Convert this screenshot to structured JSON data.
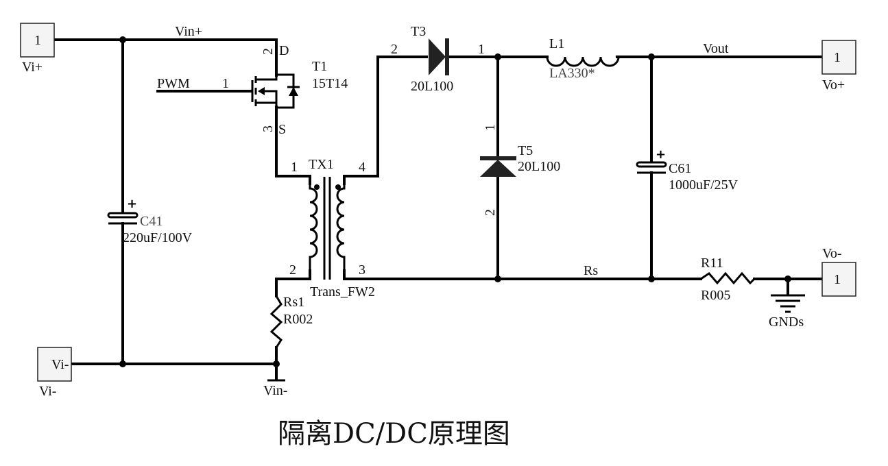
{
  "title": "隔离DC/DC原理图",
  "ports": {
    "vi_plus": {
      "pin": "1",
      "label": "Vi+"
    },
    "vi_minus": {
      "pin": "1",
      "label": "Vi-"
    },
    "vo_plus": {
      "pin": "1",
      "label": "Vo+"
    },
    "vo_minus": {
      "pin": "1",
      "label": "Vo-"
    }
  },
  "nets": {
    "vin_plus": "Vin+",
    "pwm": "PWM",
    "vout": "Vout",
    "rs": "Rs",
    "vin_minus": "Vin-",
    "gnds": "GNDs"
  },
  "components": {
    "t1": {
      "ref": "T1",
      "value": "15T14",
      "pin_gate": "1",
      "pin_drain": "2",
      "pin_source": "3",
      "drain_label": "D",
      "source_label": "S"
    },
    "tx1": {
      "ref": "TX1",
      "value": "Trans_FW2",
      "pin1": "1",
      "pin2": "2",
      "pin3": "3",
      "pin4": "4"
    },
    "t3": {
      "ref": "T3",
      "value": "20L100",
      "pin_anode": "2",
      "pin_cathode": "1"
    },
    "t5": {
      "ref": "T5",
      "value": "20L100",
      "pin_cathode": "1",
      "pin_anode": "2"
    },
    "l1": {
      "ref": "L1",
      "value": "LA330*"
    },
    "c41": {
      "ref": "C41",
      "value": "220uF/100V",
      "polarity": "+"
    },
    "c61": {
      "ref": "C61",
      "value": "1000uF/25V",
      "polarity": "+"
    },
    "rs1": {
      "ref": "Rs1",
      "value": "R002"
    },
    "r11": {
      "ref": "R11",
      "value": "R005"
    }
  }
}
